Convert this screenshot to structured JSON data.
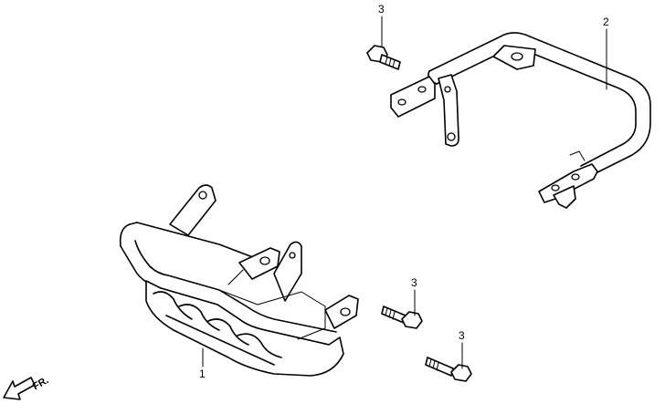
{
  "callouts": {
    "bolt_top": "3",
    "rear_bar": "2",
    "skid_plate": "1",
    "bolt_mid": "3",
    "bolt_bottom": "3"
  },
  "direction": {
    "label": "FR.",
    "icon": "arrow-icon"
  }
}
